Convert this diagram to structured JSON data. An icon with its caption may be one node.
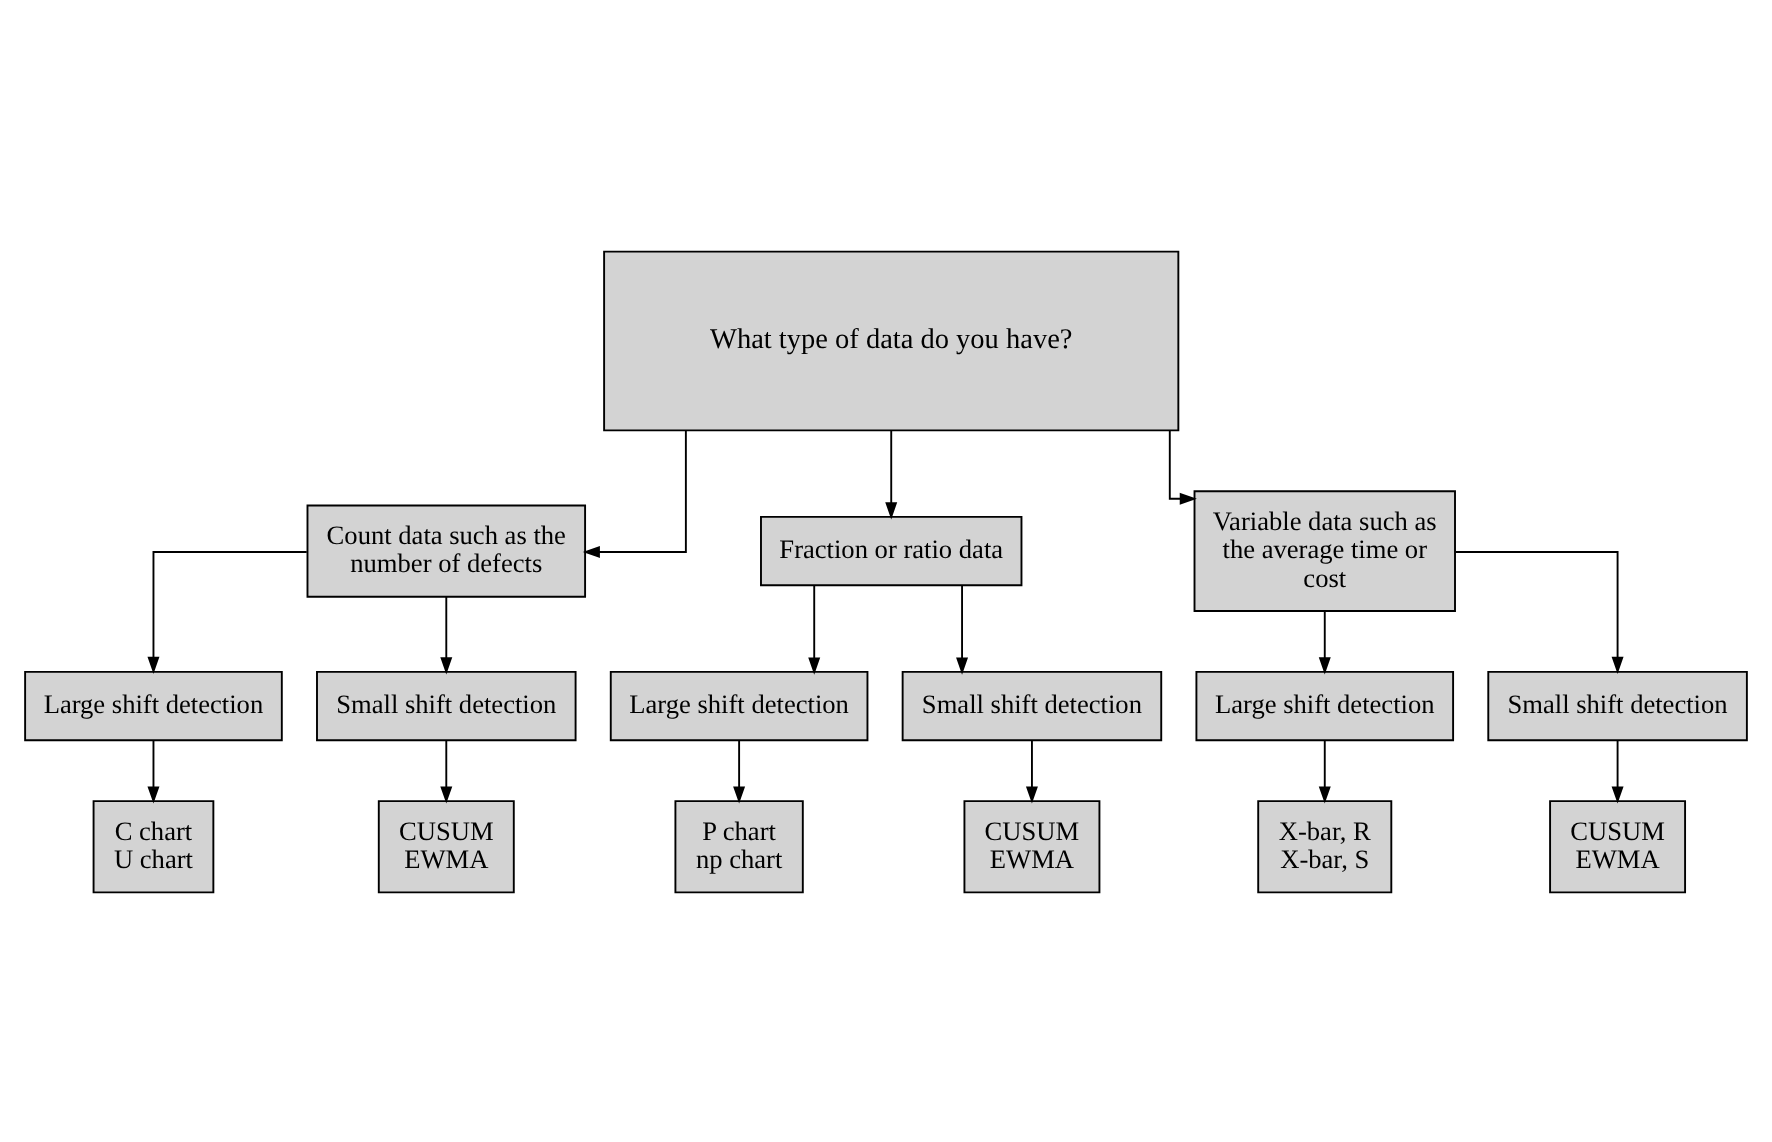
{
  "diagram": {
    "nodes": [
      {
        "text": [
          "What type of data do you have?"
        ]
      },
      {
        "text": [
          "Count data such as the number of defects"
        ]
      },
      {
        "text": [
          "Fraction or ratio data"
        ]
      },
      {
        "text": [
          "Variable data such as the average time or cost"
        ]
      },
      {
        "text": [
          "Large shift detection"
        ]
      },
      {
        "text": [
          "Small shift detection"
        ]
      },
      {
        "text": [
          "Large shift detection"
        ]
      },
      {
        "text": [
          "Small shift detection"
        ]
      },
      {
        "text": [
          "Large shift detection"
        ]
      },
      {
        "text": [
          "Small shift detection"
        ]
      },
      {
        "text": [
          "C chart",
          "U chart"
        ]
      },
      {
        "text": [
          "CUSUM",
          "EWMA"
        ]
      },
      {
        "text": [
          "P chart",
          "np chart"
        ]
      },
      {
        "text": [
          "CUSUM",
          "EWMA"
        ]
      },
      {
        "text": [
          "X-bar, R",
          "X-bar, S"
        ]
      },
      {
        "text": [
          "CUSUM",
          "EWMA"
        ]
      }
    ],
    "edges": [
      {
        "from": 0,
        "to": 1,
        "arrow": "to"
      },
      {
        "from": 0,
        "to": 2,
        "arrow": "to"
      },
      {
        "from": 0,
        "to": 3,
        "arrow": "to"
      },
      {
        "from": 1,
        "to": 4,
        "arrow": "to"
      },
      {
        "from": 1,
        "to": 5,
        "arrow": "to"
      },
      {
        "from": 2,
        "to": 6,
        "arrow": "to"
      },
      {
        "from": 2,
        "to": 7,
        "arrow": "to"
      },
      {
        "from": 3,
        "to": 8,
        "arrow": "to"
      },
      {
        "from": 3,
        "to": 9,
        "arrow": "to"
      },
      {
        "from": 4,
        "to": 10,
        "arrow": "to"
      },
      {
        "from": 5,
        "to": 11,
        "arrow": "to"
      },
      {
        "from": 6,
        "to": 12,
        "arrow": "to"
      },
      {
        "from": 7,
        "to": 13,
        "arrow": "to"
      },
      {
        "from": 8,
        "to": 14,
        "arrow": "to"
      },
      {
        "from": 9,
        "to": 15,
        "arrow": "to"
      }
    ]
  }
}
